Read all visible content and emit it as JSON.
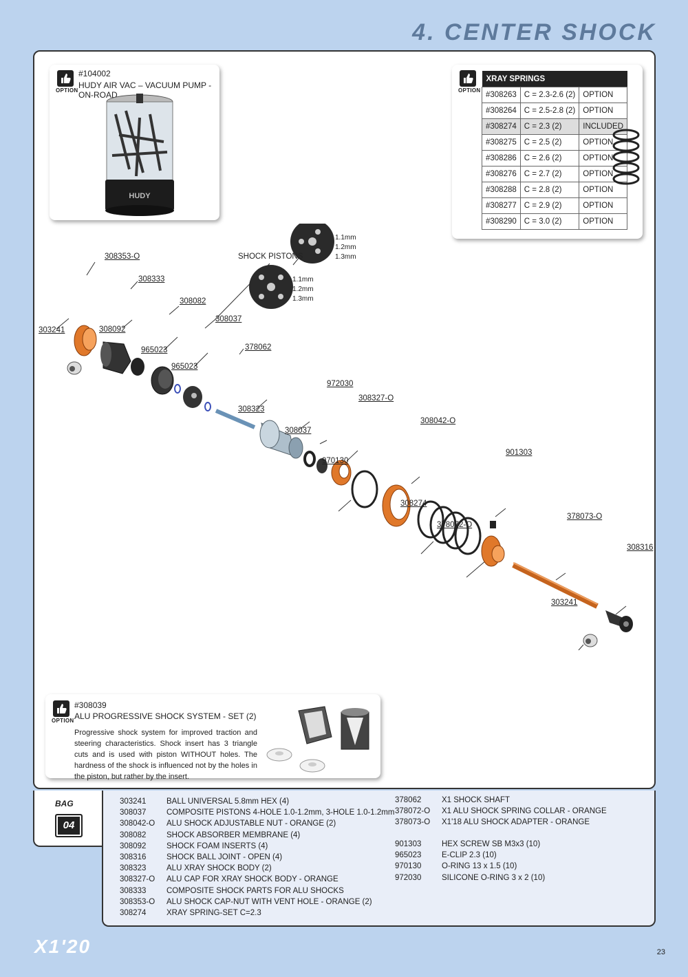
{
  "page_title": "4. CENTER SHOCK",
  "option_badge": "OPTION",
  "air_vac": {
    "code": "#104002",
    "name": "HUDY AIR VAC – VACUUM PUMP - ON-ROAD",
    "logo": "HUDY"
  },
  "springs": {
    "title": "XRAY SPRINGS",
    "rows": [
      [
        "#308263",
        "C = 2.3-2.6 (2)",
        "OPTION"
      ],
      [
        "#308264",
        "C = 2.5-2.8 (2)",
        "OPTION"
      ],
      [
        "#308274",
        "C = 2.3 (2)",
        "INCLUDED"
      ],
      [
        "#308275",
        "C = 2.5 (2)",
        "OPTION"
      ],
      [
        "#308286",
        "C = 2.6 (2)",
        "OPTION"
      ],
      [
        "#308276",
        "C = 2.7 (2)",
        "OPTION"
      ],
      [
        "#308288",
        "C = 2.8 (2)",
        "OPTION"
      ],
      [
        "#308277",
        "C = 2.9 (2)",
        "OPTION"
      ],
      [
        "#308290",
        "C = 3.0 (2)",
        "OPTION"
      ]
    ]
  },
  "diagram": {
    "pistons_label": "SHOCK PISTONS",
    "sizes_1": "1.1mm",
    "sizes_2": "1.2mm",
    "sizes_3": "1.3mm",
    "labels": {
      "l308353": "308353-O",
      "l308333": "308333",
      "l303241a": "303241",
      "l308092": "308092",
      "l308082": "308082",
      "l965023a": "965023",
      "l965023b": "965023",
      "l308037a": "308037",
      "l378062": "378062",
      "l308323": "308323",
      "l972030": "972030",
      "l308327": "308327-O",
      "l308037b": "308037",
      "l308042": "308042-O",
      "l970130": "970130",
      "l901303": "901303",
      "l308274": "308274",
      "l378072": "378072-O",
      "l378073": "378073-O",
      "l308316": "308316",
      "l303241b": "303241"
    }
  },
  "progressive": {
    "code": "#308039",
    "name": "ALU PROGRESSIVE SHOCK SYSTEM - SET (2)",
    "desc": "Progressive shock system for improved traction and steering characteristics. Shock insert has 3 triangle cuts and is used with piston WITHOUT holes. The hardness of the shock is influenced not by the holes in the piston, but rather by the insert."
  },
  "bag": {
    "label": "BAG",
    "number": "04"
  },
  "parts_left": [
    [
      "303241",
      "BALL UNIVERSAL 5.8mm HEX (4)"
    ],
    [
      "308037",
      "COMPOSITE PISTONS 4-HOLE 1.0-1.2mm, 3-HOLE 1.0-1.2mm"
    ],
    [
      "308042-O",
      "ALU SHOCK ADJUSTABLE NUT - ORANGE (2)"
    ],
    [
      "308082",
      "SHOCK ABSORBER MEMBRANE  (4)"
    ],
    [
      "308092",
      "SHOCK FOAM INSERTS (4)"
    ],
    [
      "308316",
      "SHOCK BALL JOINT - OPEN (4)"
    ],
    [
      "308323",
      "ALU XRAY SHOCK BODY (2)"
    ],
    [
      "308327-O",
      "ALU CAP FOR XRAY SHOCK BODY - ORANGE"
    ],
    [
      "308333",
      "COMPOSITE SHOCK PARTS FOR ALU SHOCKS"
    ],
    [
      "308353-O",
      "ALU SHOCK CAP-NUT WITH VENT HOLE - ORANGE (2)"
    ],
    [
      "308274",
      "XRAY SPRING-SET C=2.3"
    ]
  ],
  "parts_right_a": [
    [
      "378062",
      "X1 SHOCK SHAFT"
    ],
    [
      "378072-O",
      "X1 ALU SHOCK SPRING COLLAR - ORANGE"
    ],
    [
      "378073-O",
      "X1'18 ALU SHOCK ADAPTER - ORANGE"
    ]
  ],
  "parts_right_b": [
    [
      "901303",
      "HEX SCREW SB M3x3  (10)"
    ],
    [
      "965023",
      "E-CLIP 2.3  (10)"
    ],
    [
      "970130",
      "O-RING 13 x 1.5  (10)"
    ],
    [
      "972030",
      "SILICONE O-RING 3 x 2  (10)"
    ]
  ],
  "brand": "X1'20",
  "page_number": "23",
  "colors": {
    "background": "#bcd3ee",
    "orange": "#e0782a",
    "title": "#5e7a9c"
  }
}
